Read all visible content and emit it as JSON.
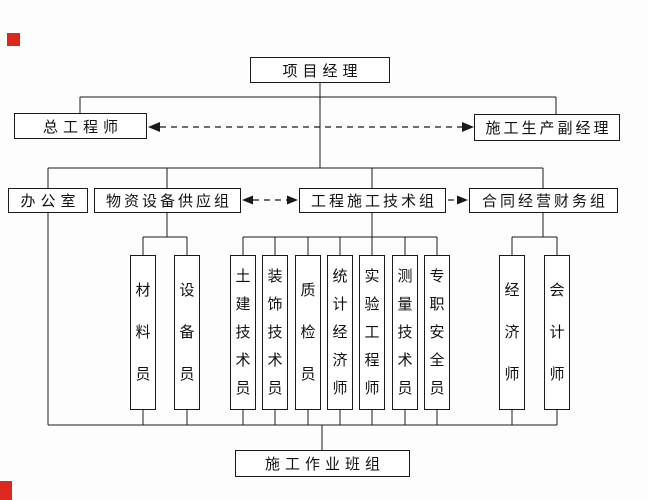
{
  "colors": {
    "line": "#1a1a1a",
    "box_background": "#ffffff",
    "marker_red": "#dc281e"
  },
  "org": {
    "project_manager": "项目经理",
    "chief_engineer": "总工程师",
    "deputy_manager": "施工生产副经理",
    "office": "办公室",
    "groups": [
      {
        "label": "物资设备供应组"
      },
      {
        "label": "工程施工技术组"
      },
      {
        "label": "合同经营财务组"
      }
    ],
    "staff": [
      {
        "label": "材料员"
      },
      {
        "label": "设备员"
      },
      {
        "label": "土建技术员"
      },
      {
        "label": "装饰技术员"
      },
      {
        "label": "质检员"
      },
      {
        "label": "统计经济师"
      },
      {
        "label": "实验工程师"
      },
      {
        "label": "测量技术员"
      },
      {
        "label": "专职安全员"
      },
      {
        "label": "经济师"
      },
      {
        "label": "会计师"
      }
    ],
    "work_team": "施工作业班组"
  }
}
